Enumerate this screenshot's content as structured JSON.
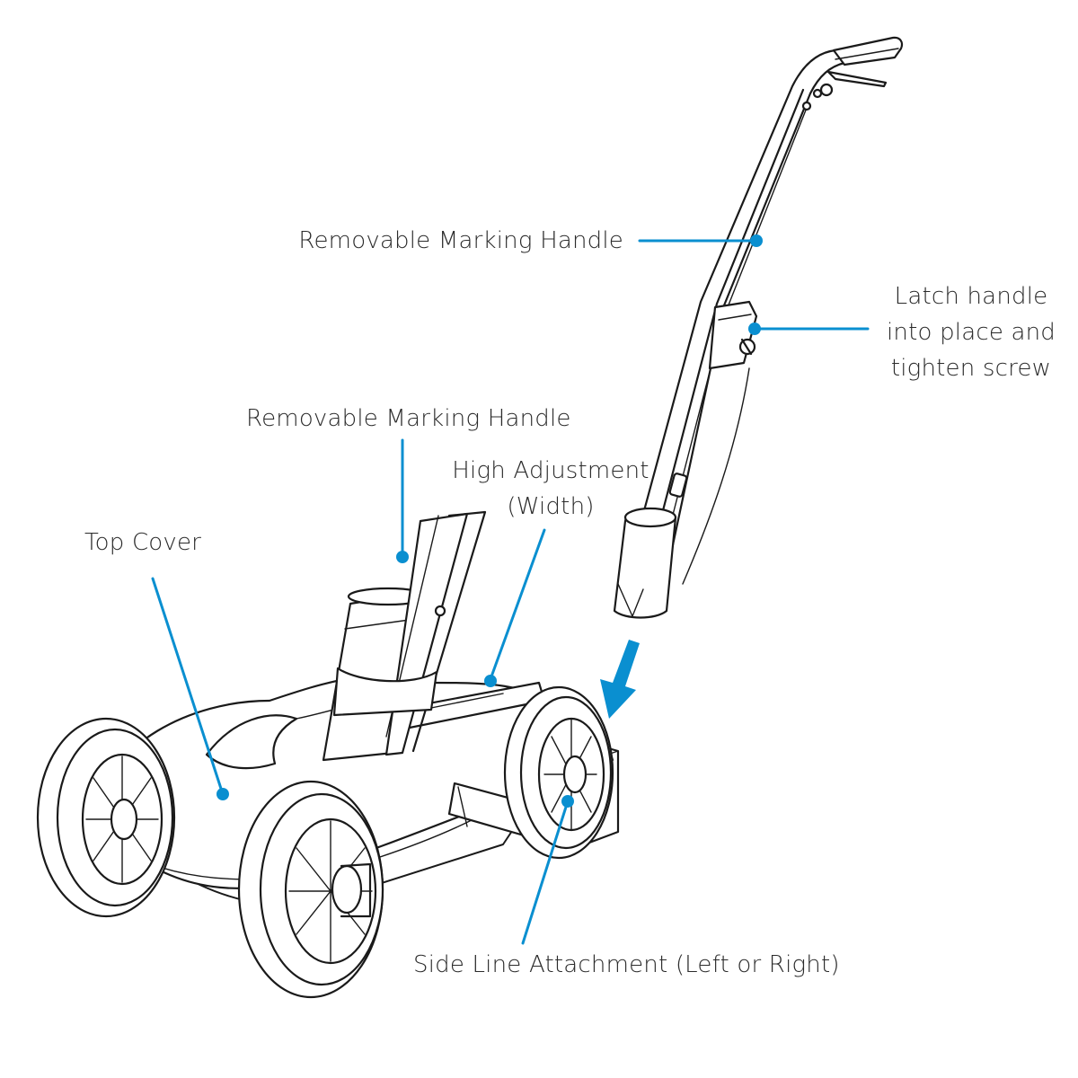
{
  "labels": {
    "handle_top": "Removable Marking Handle",
    "latch": "Latch handle\ninto place and\ntighten screw",
    "handle_mid": "Removable Marking Handle",
    "high_adjust": "High Adjustment\n(Width)",
    "top_cover": "Top Cover",
    "side_line": "Side Line Attachment (Left or Right)"
  },
  "colors": {
    "callout": "#0a8fd0",
    "outline": "#1a1a1a"
  }
}
